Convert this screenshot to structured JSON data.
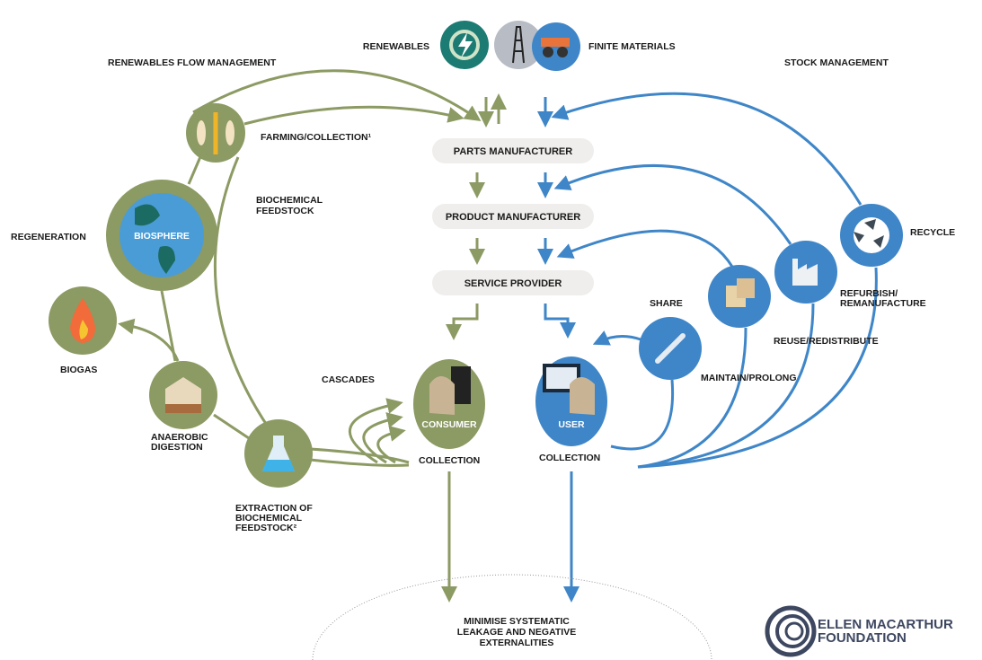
{
  "sources": {
    "renewables": "RENEWABLES",
    "finite_materials": "FINITE MATERIALS"
  },
  "sections": {
    "left": "RENEWABLES FLOW MANAGEMENT",
    "right": "STOCK MANAGEMENT"
  },
  "chain": [
    "PARTS MANUFACTURER",
    "PRODUCT MANUFACTURER",
    "SERVICE PROVIDER"
  ],
  "biological": {
    "farming": "FARMING/COLLECTION¹",
    "feedstock": [
      "BIOCHEMICAL",
      "FEEDSTOCK"
    ],
    "regeneration": "REGENERATION",
    "biosphere": "BIOSPHERE",
    "biogas": "BIOGAS",
    "anaerobic": [
      "ANAEROBIC",
      "DIGESTION"
    ],
    "extraction": [
      "EXTRACTION OF",
      "BIOCHEMICAL",
      "FEEDSTOCK²"
    ],
    "cascades": "CASCADES",
    "consumer": "CONSUMER",
    "collection": "COLLECTION"
  },
  "technical": {
    "user": "USER",
    "collection": "COLLECTION",
    "share": "SHARE",
    "maintain": "MAINTAIN/PROLONG",
    "reuse": "REUSE/REDISTRIBUTE",
    "refurbish": [
      "REFURBISH/",
      "REMANUFACTURE"
    ],
    "recycle": "RECYCLE"
  },
  "leakage": [
    "MINIMISE SYSTEMATIC",
    "LEAKAGE AND NEGATIVE",
    "EXTERNALITIES"
  ],
  "logo": [
    "ELLEN MACARTHUR",
    "FOUNDATION"
  ],
  "colors": {
    "green": "#8c9a63",
    "blue": "#3f86c8",
    "teal": "#1c7b72"
  }
}
